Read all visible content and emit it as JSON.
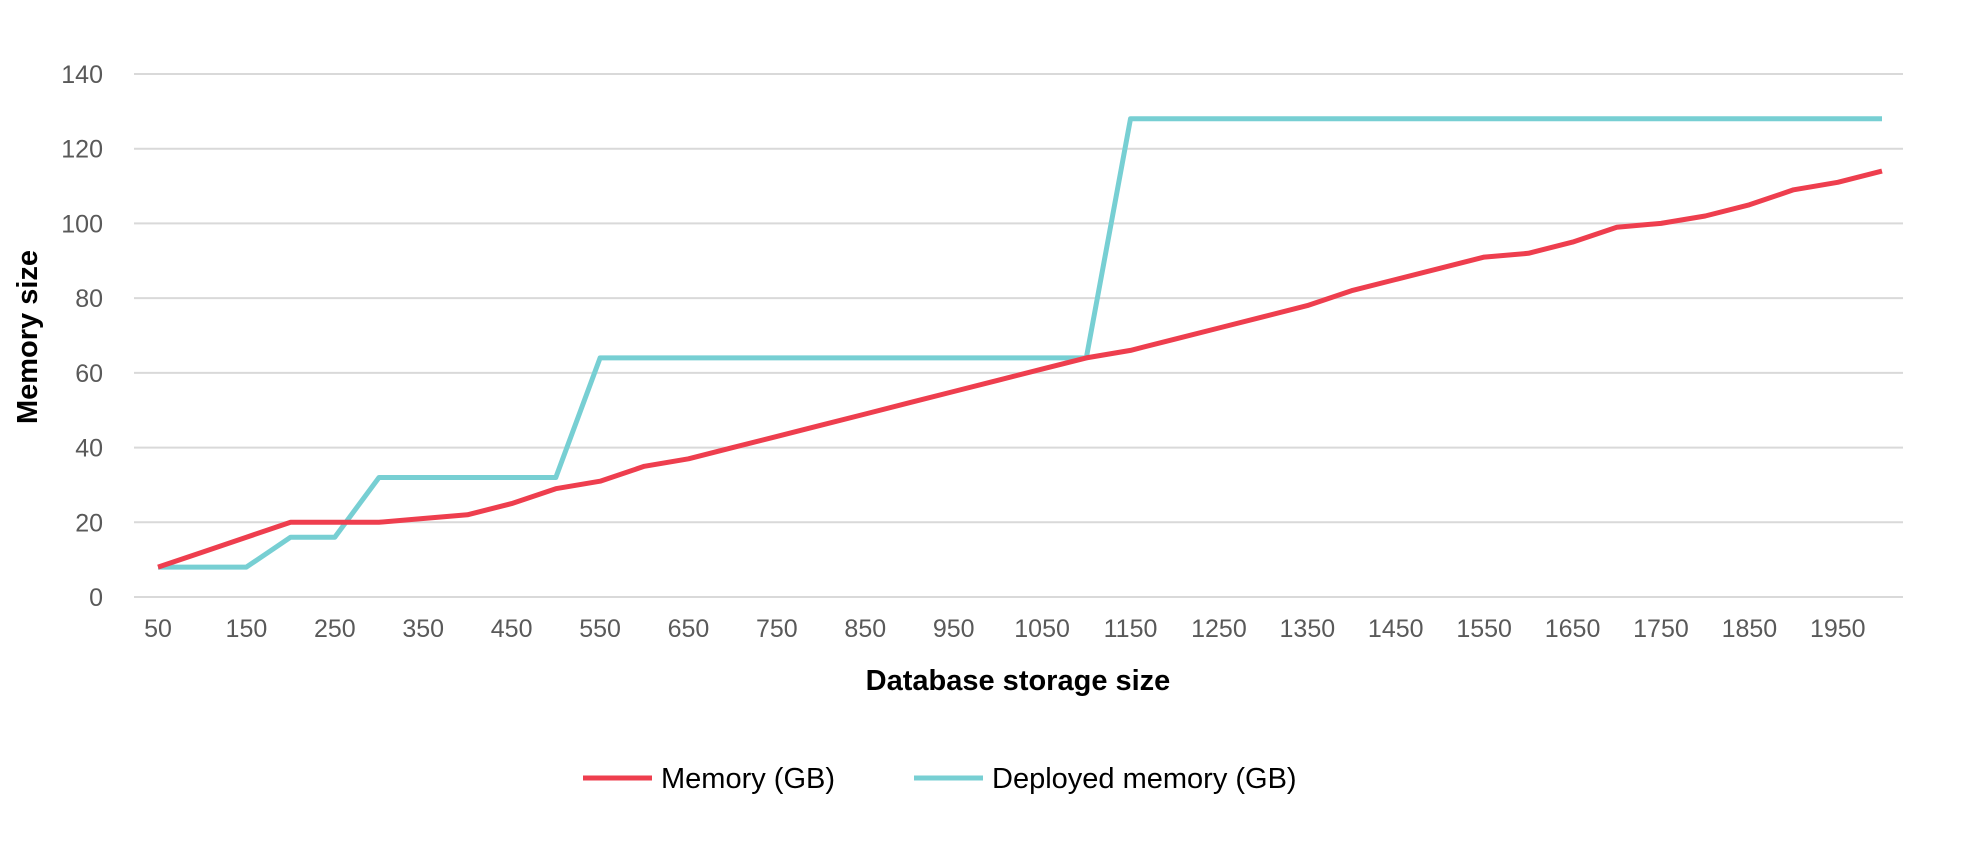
{
  "chart_data": {
    "type": "line",
    "xlabel": "Database storage size",
    "ylabel": "Memory size",
    "ylim": [
      0,
      140
    ],
    "y_ticks": [
      0,
      20,
      40,
      60,
      80,
      100,
      120,
      140
    ],
    "x": [
      50,
      100,
      150,
      200,
      250,
      300,
      350,
      400,
      450,
      500,
      550,
      600,
      650,
      700,
      750,
      800,
      850,
      900,
      950,
      1000,
      1050,
      1100,
      1150,
      1200,
      1250,
      1300,
      1350,
      1400,
      1450,
      1500,
      1550,
      1600,
      1650,
      1700,
      1750,
      1800,
      1850,
      1900,
      1950,
      2000
    ],
    "x_tick_labels": [
      "50",
      "150",
      "250",
      "350",
      "450",
      "550",
      "650",
      "750",
      "850",
      "950",
      "1050",
      "1150",
      "1250",
      "1350",
      "1450",
      "1550",
      "1650",
      "1750",
      "1850",
      "1950"
    ],
    "grid": true,
    "legend_position": "bottom",
    "series": [
      {
        "name": "Memory (GB)",
        "color": "#ee3e4e",
        "values": [
          8,
          12,
          16,
          20,
          20,
          20,
          21,
          22,
          25,
          29,
          31,
          35,
          37,
          40,
          43,
          46,
          49,
          52,
          55,
          58,
          61,
          64,
          66,
          69,
          72,
          75,
          78,
          82,
          85,
          88,
          91,
          92,
          95,
          99,
          100,
          102,
          105,
          109,
          111,
          114
        ]
      },
      {
        "name": "Deployed memory (GB)",
        "color": "#77cfd3",
        "values": [
          8,
          8,
          8,
          16,
          16,
          32,
          32,
          32,
          32,
          32,
          64,
          64,
          64,
          64,
          64,
          64,
          64,
          64,
          64,
          64,
          64,
          64,
          128,
          128,
          128,
          128,
          128,
          128,
          128,
          128,
          128,
          128,
          128,
          128,
          128,
          128,
          128,
          128,
          128,
          128
        ]
      }
    ],
    "colors": {
      "gridline": "#d9d9d9",
      "tick_text": "#595959"
    }
  }
}
